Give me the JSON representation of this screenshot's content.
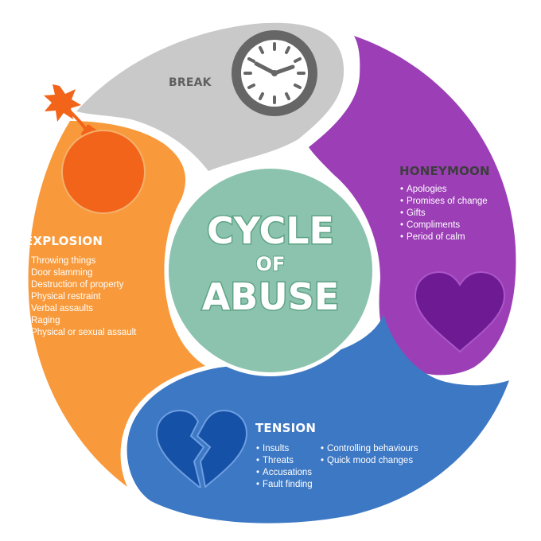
{
  "center": {
    "line1": "CYCLE",
    "line2": "OF",
    "line3": "ABUSE"
  },
  "stages": {
    "break": {
      "title": "BREAK",
      "items": []
    },
    "honeymoon": {
      "title": "HONEYMOON",
      "items": [
        "Apologies",
        "Promises of change",
        "Gifts",
        "Compliments",
        "Period of calm"
      ]
    },
    "tension": {
      "title": "TENSION",
      "items_left": [
        "Insults",
        "Threats",
        "Accusations",
        "Fault finding"
      ],
      "items_right": [
        "Controlling behaviours",
        "Quick mood changes"
      ]
    },
    "explosion": {
      "title": "EXPLOSION",
      "items": [
        "Throwing things",
        "Door slamming",
        "Destruction of property",
        "Physical restraint",
        "Verbal assaults",
        "Raging",
        "Physical or sexual assault"
      ]
    }
  },
  "colors": {
    "break": "#c9c9c9",
    "honeymoon": "#9c3fb7",
    "tension": "#3d78c4",
    "explosion": "#f89a3b",
    "center": "#8cc3ae",
    "center_text": "#ffffff",
    "center_outline": "#5ea385"
  },
  "icons": {
    "break": "clock-icon",
    "honeymoon": "heart-icon",
    "tension": "broken-heart-icon",
    "explosion": "bomb-icon"
  }
}
